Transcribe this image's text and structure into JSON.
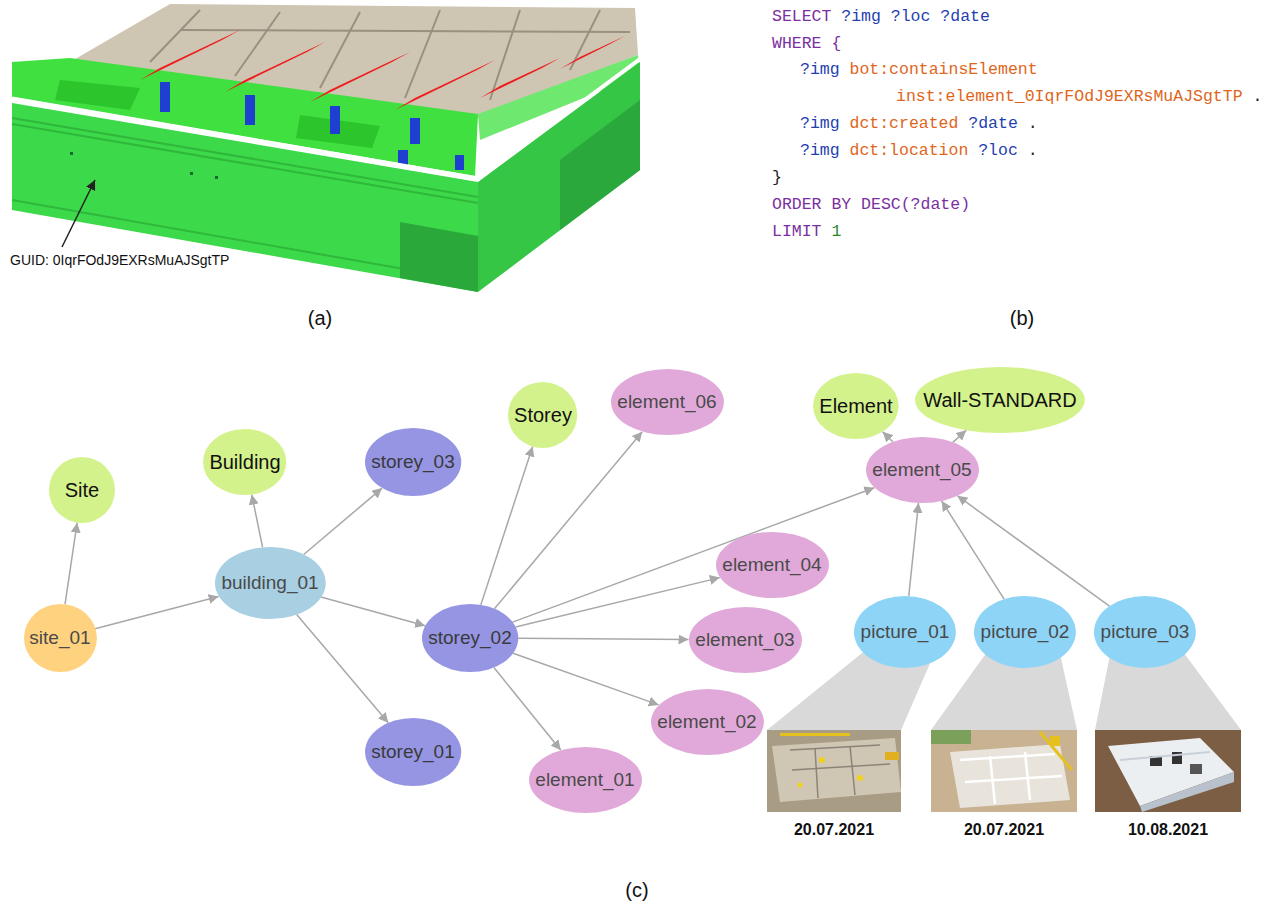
{
  "diagram": {
    "nodes": [
      {
        "text": [
          "Site"
        ]
      },
      {
        "text": [
          "Building"
        ]
      },
      {
        "text": [
          "storey_03"
        ]
      },
      {
        "text": [
          "Storey"
        ]
      },
      {
        "text": [
          "element_06"
        ]
      },
      {
        "text": [
          "Element"
        ]
      },
      {
        "text": [
          "Wall-STANDARD"
        ]
      },
      {
        "text": [
          "element_05"
        ]
      },
      {
        "text": [
          "element_04"
        ]
      },
      {
        "text": [
          "site_01"
        ]
      },
      {
        "text": [
          "building_01"
        ]
      },
      {
        "text": [
          "storey_02"
        ]
      },
      {
        "text": [
          "element_03"
        ]
      },
      {
        "text": [
          "picture_01"
        ]
      },
      {
        "text": [
          "picture_02"
        ]
      },
      {
        "text": [
          "picture_03"
        ]
      },
      {
        "text": [
          "element_02"
        ]
      },
      {
        "text": [
          "storey_01"
        ]
      },
      {
        "text": [
          "element_01"
        ]
      }
    ],
    "edges": [
      {
        "from": 9,
        "to": 0,
        "arrow": "to"
      },
      {
        "from": 9,
        "to": 10,
        "arrow": "to"
      },
      {
        "from": 10,
        "to": 1,
        "arrow": "to"
      },
      {
        "from": 10,
        "to": 2,
        "arrow": "to"
      },
      {
        "from": 10,
        "to": 11,
        "arrow": "to"
      },
      {
        "from": 10,
        "to": 17,
        "arrow": "to"
      },
      {
        "from": 11,
        "to": 3,
        "arrow": "to"
      },
      {
        "from": 11,
        "to": 4,
        "arrow": "to"
      },
      {
        "from": 11,
        "to": 7,
        "arrow": "to"
      },
      {
        "from": 11,
        "to": 8,
        "arrow": "to"
      },
      {
        "from": 11,
        "to": 12,
        "arrow": "to"
      },
      {
        "from": 11,
        "to": 16,
        "arrow": "to"
      },
      {
        "from": 11,
        "to": 18,
        "arrow": "to"
      },
      {
        "from": 7,
        "to": 5,
        "arrow": "to"
      },
      {
        "from": 7,
        "to": 6,
        "arrow": "to"
      },
      {
        "from": 13,
        "to": 7,
        "arrow": "to"
      },
      {
        "from": 14,
        "to": 7,
        "arrow": "to"
      },
      {
        "from": 15,
        "to": 7,
        "arrow": "to"
      }
    ],
    "labels": [
      "GUID: 0IqrFOdJ9EXRsMuAJSgtTP",
      "SELECT",
      "?img ?loc ?date",
      "WHERE {",
      "?img",
      "bot:containsElement",
      "inst:element_0IqrFOdJ9EXRsMuAJSgtTP",
      ".",
      "?img",
      "dct:created",
      "?date",
      ".",
      "?img",
      "dct:location",
      "?loc",
      ".",
      "}",
      "ORDER BY DESC(?date)",
      "LIMIT",
      "1",
      "(a)",
      "(b)",
      "(c)",
      "20.07.2021",
      "20.07.2021",
      "10.08.2021"
    ]
  }
}
